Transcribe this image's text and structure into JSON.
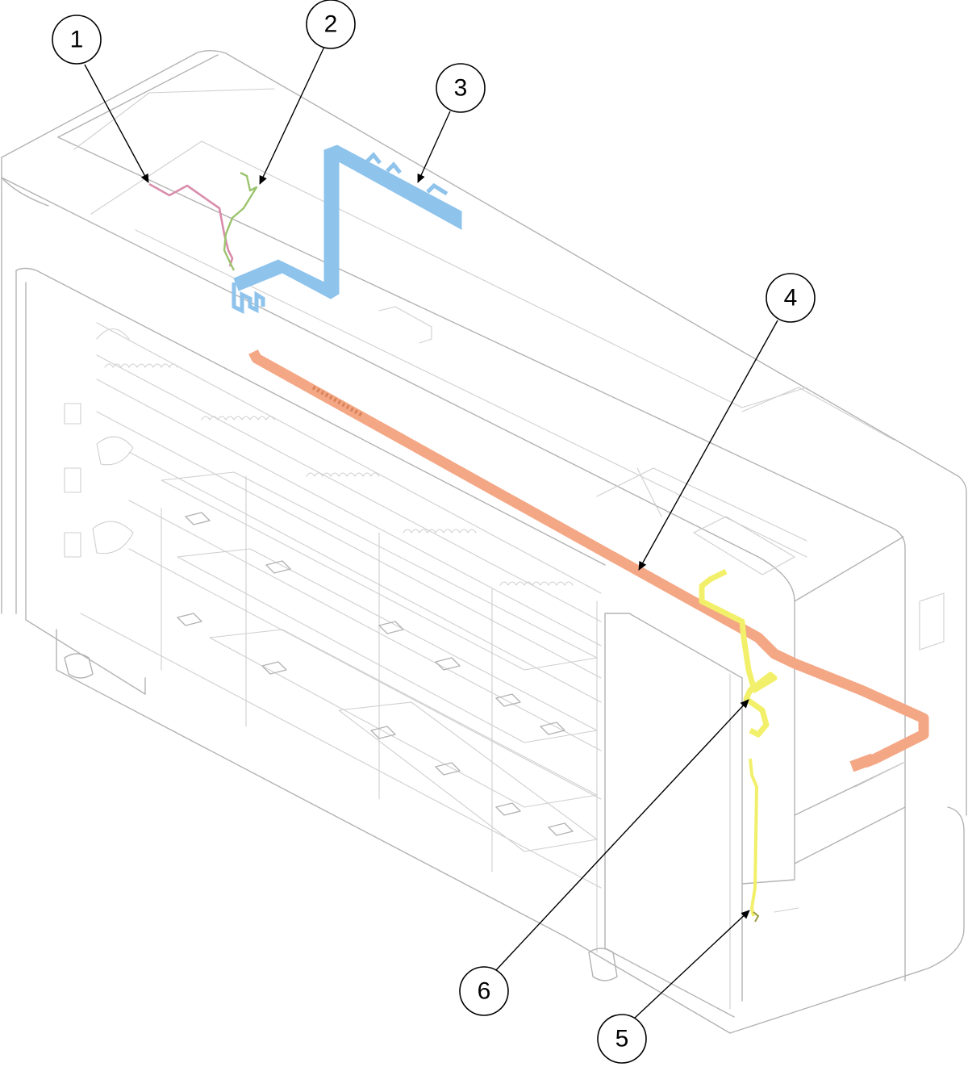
{
  "callouts": [
    {
      "id": "1",
      "label": "1"
    },
    {
      "id": "2",
      "label": "2"
    },
    {
      "id": "3",
      "label": "3"
    },
    {
      "id": "4",
      "label": "4"
    },
    {
      "id": "5",
      "label": "5"
    },
    {
      "id": "6",
      "label": "6"
    }
  ],
  "colors": {
    "harness_1": "#d98cab",
    "harness_2": "#9cc46e",
    "harness_3": "#8ec3ec",
    "harness_4": "#f4a784",
    "harness_5": "#f2f06a",
    "harness_6": "#f2f06a",
    "outline": "#b3b3b3",
    "callout_stroke": "#000000"
  }
}
